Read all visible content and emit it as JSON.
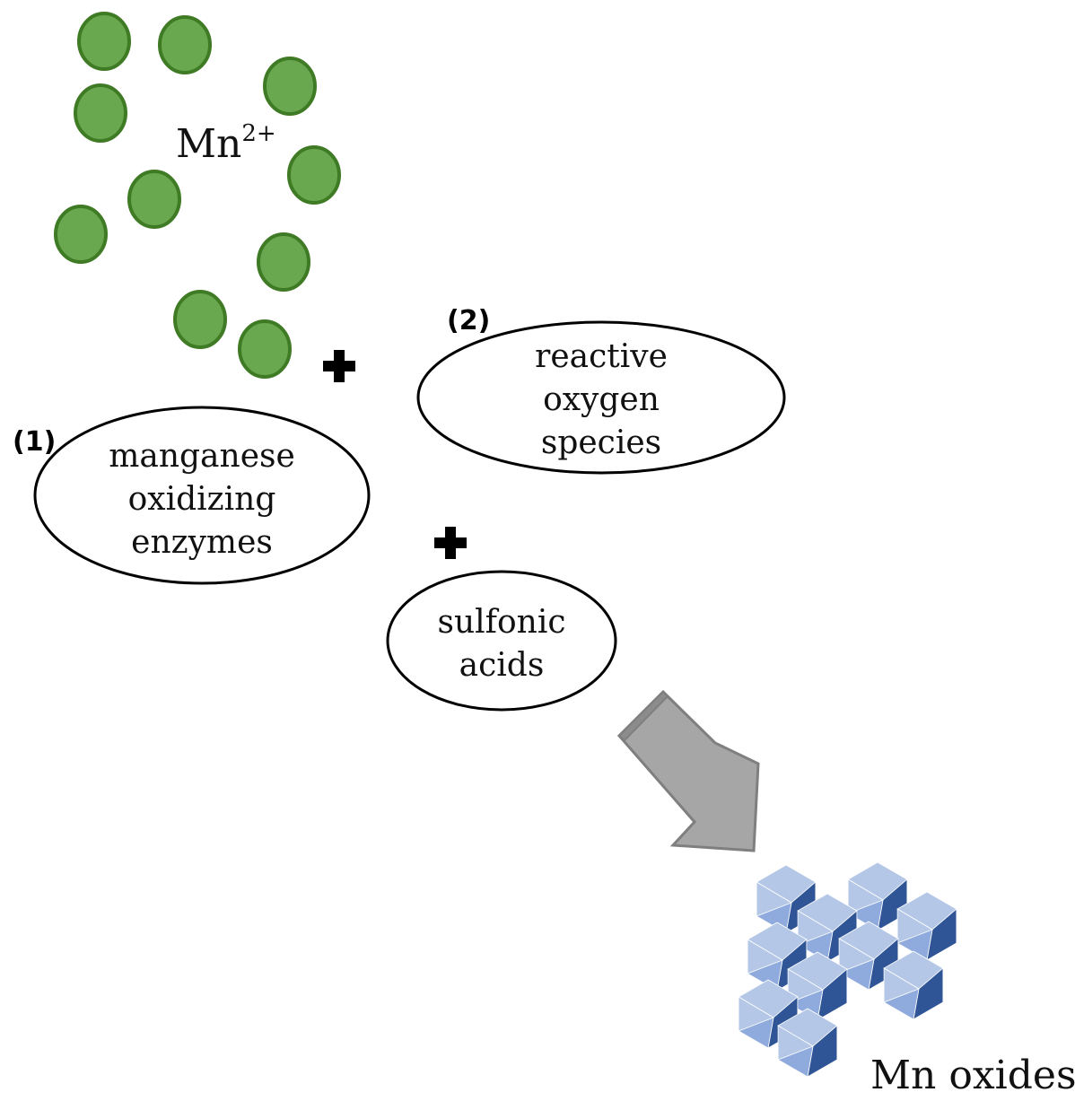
{
  "ion": {
    "base": "Mn",
    "charge": "2+"
  },
  "product_label": "Mn oxides",
  "pathways": [
    {
      "number": "(1)",
      "lines": [
        "manganese",
        "oxidizing",
        "enzymes"
      ]
    },
    {
      "number": "(2)",
      "lines": [
        "reactive",
        "oxygen",
        "species"
      ]
    }
  ],
  "additive": {
    "lines": [
      "sulfonic",
      "acids"
    ]
  },
  "colors": {
    "ion_fill": "#6aa84f",
    "ion_stroke": "#3f7a24",
    "arrow_fill": "#a6a6a6",
    "arrow_stroke": "#7f7f7f",
    "crystal_light": "#b4c7e7",
    "crystal_mid": "#8faadc",
    "crystal_dark": "#2f5597"
  },
  "icons": [
    "plus-icon",
    "arrow-down-right-icon",
    "ion-particle-icon",
    "octahedron-icon"
  ]
}
